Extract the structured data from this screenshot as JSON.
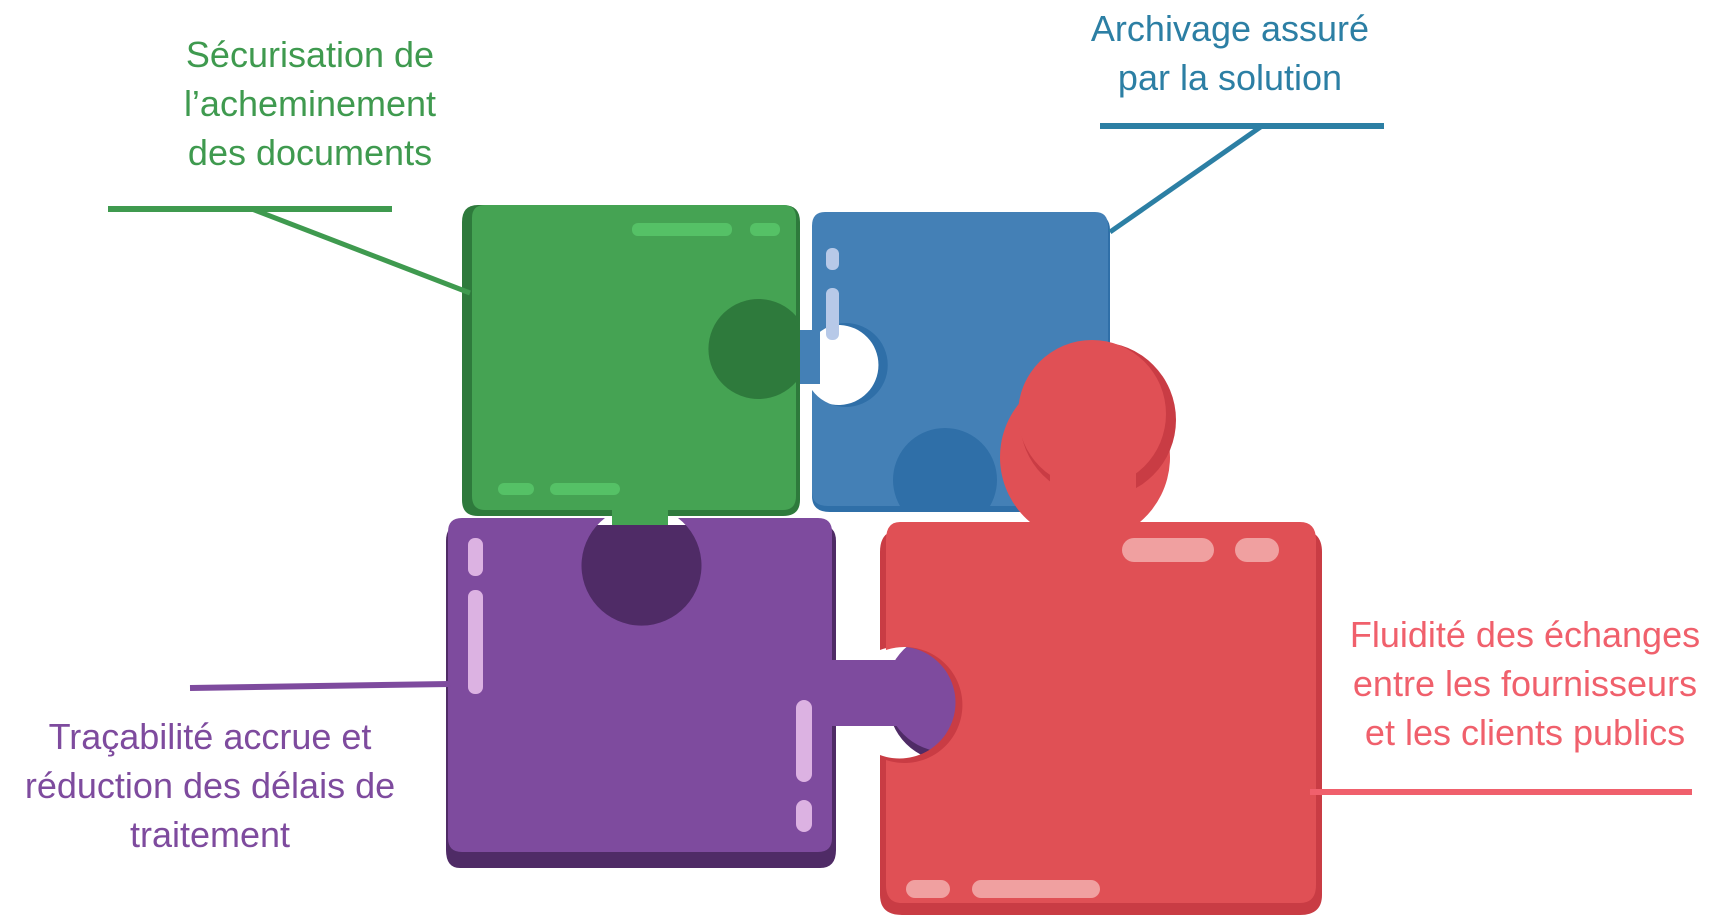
{
  "colors": {
    "green": "#3f9a4f",
    "blue": "#2c7fa4",
    "purple": "#7e4b9e",
    "red": "#f0606c"
  },
  "labels": {
    "green": {
      "line1": "Sécurisation de",
      "line2": "l’acheminement",
      "line3": "des documents"
    },
    "blue": {
      "line1": "Archivage assuré",
      "line2": "par la solution"
    },
    "purple": {
      "line1": "Traçabilité accrue et",
      "line2": "réduction des délais de",
      "line3": "traitement"
    },
    "red": {
      "line1": "Fluidité des échanges",
      "line2": "entre les fournisseurs",
      "line3": "et les clients publics"
    }
  }
}
